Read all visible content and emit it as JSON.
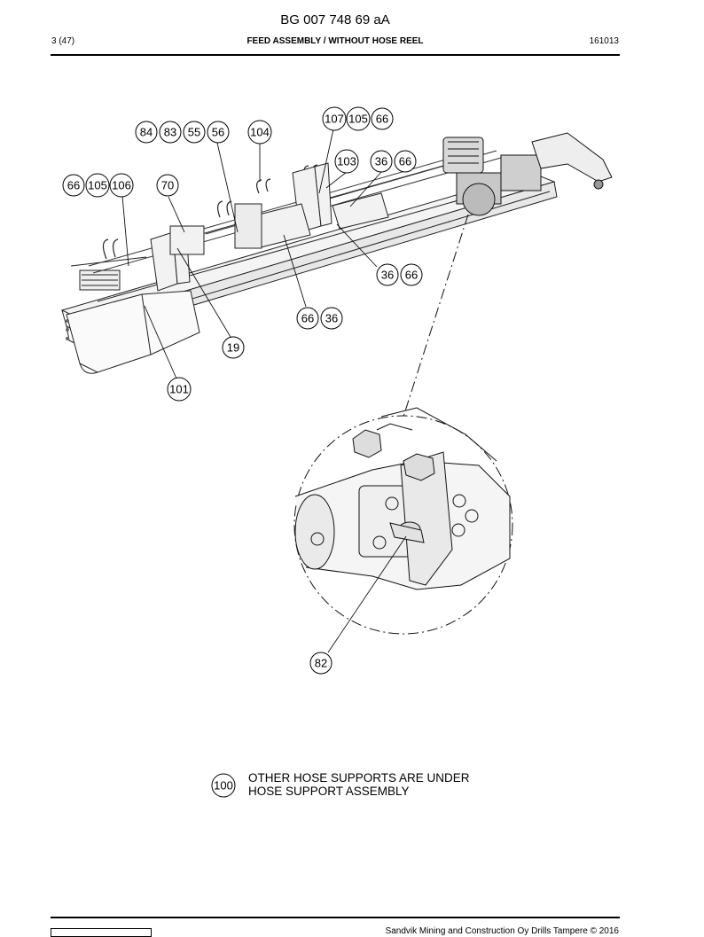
{
  "header": {
    "doc_id": "BG 007 748 69 aA",
    "page": "3 (47)",
    "section": "FEED ASSEMBLY / WITHOUT HOSE REEL",
    "date_code": "161013"
  },
  "callouts": {
    "c84": "84",
    "c83": "83",
    "c55": "55",
    "c56": "56",
    "c104": "104",
    "c107": "107",
    "c105a": "105",
    "c66a": "66",
    "c103": "103",
    "c36a": "36",
    "c66b": "66",
    "c66c": "66",
    "c105b": "105",
    "c106": "106",
    "c70": "70",
    "c36b": "36",
    "c66d": "66",
    "c66e": "66",
    "c36c": "36",
    "c19": "19",
    "c101": "101",
    "c82": "82",
    "c100": "100"
  },
  "note": {
    "line1": "OTHER HOSE SUPPORTS ARE UNDER",
    "line2": "HOSE SUPPORT ASSEMBLY"
  },
  "footer": {
    "copyright": "Sandvik Mining and Construction Oy Drills Tampere © 2016"
  }
}
